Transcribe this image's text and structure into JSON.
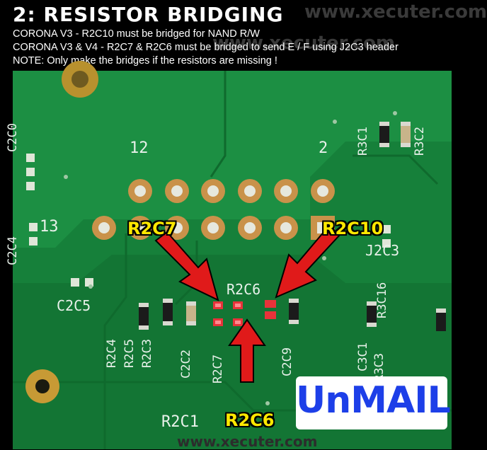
{
  "header": {
    "title": "2: RESISTOR BRIDGING",
    "line1": "CORONA V3 - R2C10 must be bridged for NAND R/W",
    "line2": "CORONA V3 & V4 - R2C7 & R2C6 must be bridged to send E / F using J2C3 header",
    "note": "NOTE: Only make the bridges if the resistors are missing !"
  },
  "watermark": {
    "text": "www.xecuter.com"
  },
  "callouts": {
    "r2c7": "R2C7",
    "r2c10": "R2C10",
    "r2c6": "R2C6"
  },
  "silkscreen": {
    "pin12": "12",
    "pin2": "2",
    "pin13": "13",
    "r2c6": "R2C6",
    "c2c5": "C2C5",
    "j2c3": "J2C3",
    "r2c1": "R2C1",
    "r3c1": "R3C1",
    "r3c2": "R3C2",
    "c2c4": "C2C4",
    "c2c0": "C2C0",
    "r2c4": "R2C4",
    "r2c5": "R2C5",
    "r2c3": "R2C3",
    "c2c2": "C2C2",
    "r2c7": "R2C7",
    "c2c9": "C2C9",
    "r3c16": "R3C16",
    "c3c1": "C3C1",
    "r3c3": "R3C3"
  },
  "logo": {
    "text": "UnMAIL"
  },
  "colors": {
    "board": "#16803a",
    "arrow": "#e01a1a",
    "label": "#ffe800",
    "logo_text": "#1d3fe8"
  }
}
